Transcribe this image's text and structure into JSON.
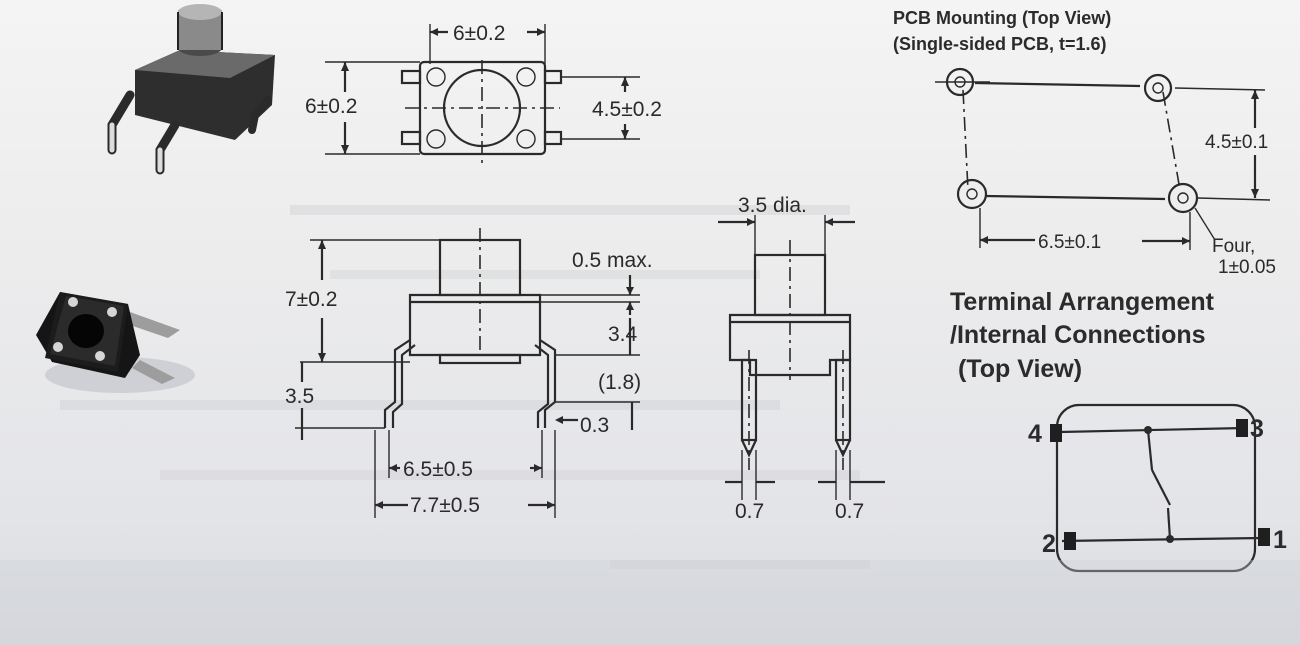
{
  "pcb_mounting": {
    "title_line1": "PCB Mounting (Top View)",
    "title_line2": "(Single-sided PCB, t=1.6)",
    "dim_vertical": "4.5±0.1",
    "dim_horizontal": "6.5±0.1",
    "hole_note_line1": "Four,",
    "hole_note_line2": "1±0.05"
  },
  "top_view": {
    "dim_width": "6±0.2",
    "dim_height": "6±0.2",
    "dim_pin_spacing": "4.5±0.2"
  },
  "side_view": {
    "dim_height": "7±0.2",
    "dim_max": "0.5 max.",
    "dim_body": "3.4",
    "dim_paren": "(1.8)",
    "dim_pin_length": "3.5",
    "dim_pin_thickness": "0.3",
    "dim_pin_spacing": "6.5±0.5",
    "dim_overall_width": "7.7±0.5"
  },
  "front_view": {
    "dim_stem": "3.5 dia.",
    "dim_pin_left": "0.7",
    "dim_pin_right": "0.7"
  },
  "terminal": {
    "title_line1": "Terminal Arrangement",
    "title_line2": "/Internal Connections",
    "title_line3": "(Top View)",
    "pin_4": "4",
    "pin_3": "3",
    "pin_2": "2",
    "pin_1": "1"
  }
}
